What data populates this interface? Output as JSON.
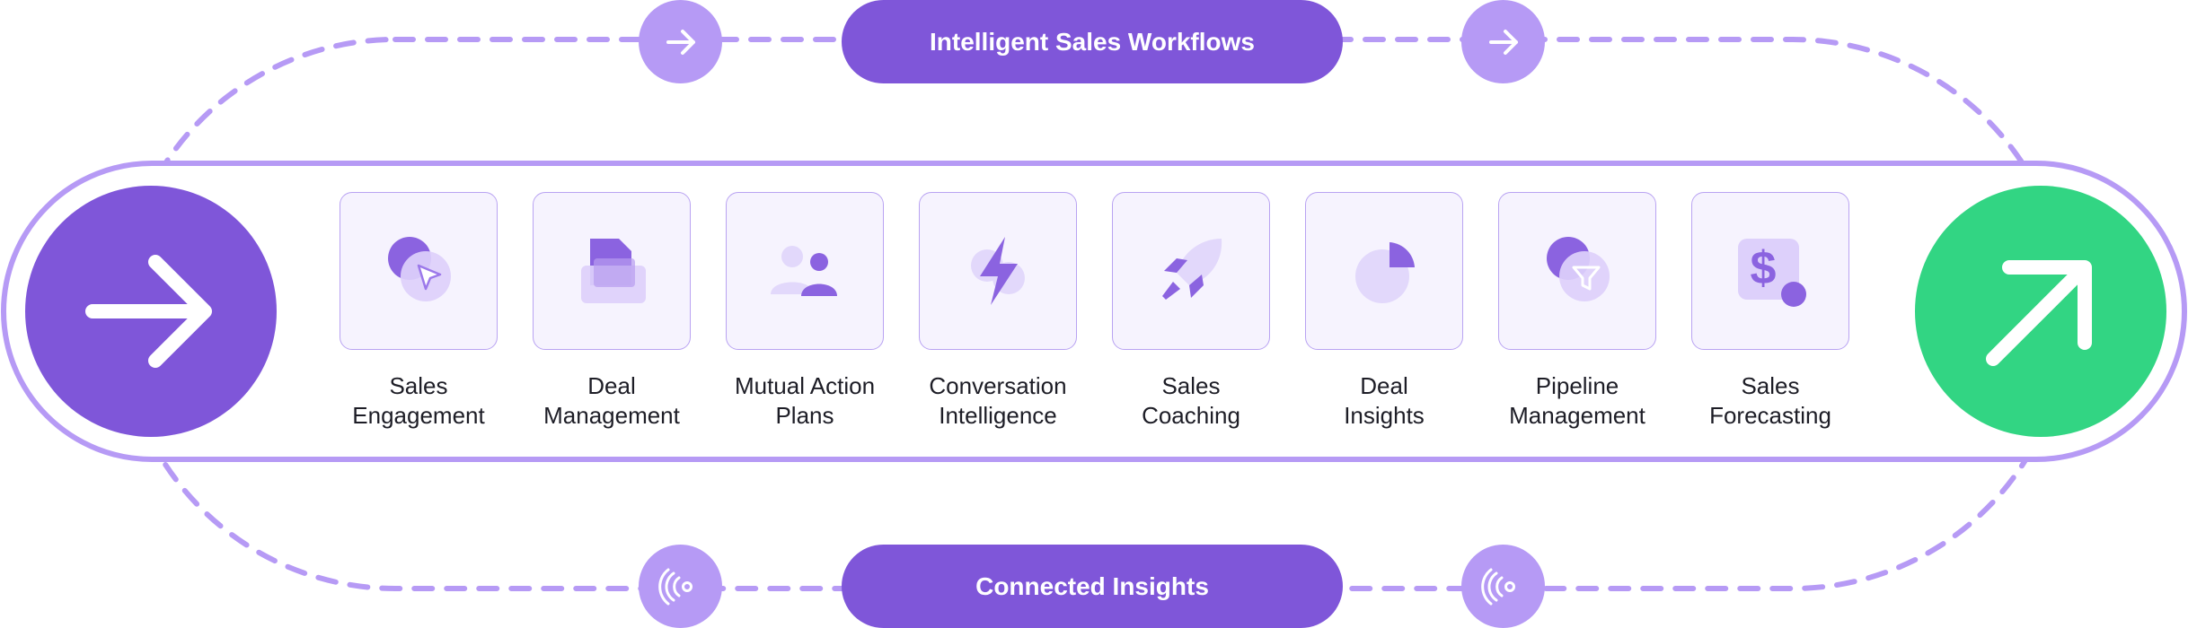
{
  "top_pill": {
    "label": "Intelligent Sales Workflows"
  },
  "bottom_pill": {
    "label": "Connected Insights"
  },
  "start_node": {
    "icon": "arrow-right-icon"
  },
  "end_node": {
    "icon": "arrow-up-right-icon"
  },
  "features": [
    {
      "line1": "Sales",
      "line2": "Engagement",
      "icon": "cursor-icon"
    },
    {
      "line1": "Deal",
      "line2": "Management",
      "icon": "folder-icon"
    },
    {
      "line1": "Mutual Action",
      "line2": "Plans",
      "icon": "users-icon"
    },
    {
      "line1": "Conversation",
      "line2": "Intelligence",
      "icon": "lightning-icon"
    },
    {
      "line1": "Sales",
      "line2": "Coaching",
      "icon": "rocket-icon"
    },
    {
      "line1": "Deal",
      "line2": "Insights",
      "icon": "pie-chart-icon"
    },
    {
      "line1": "Pipeline",
      "line2": "Management",
      "icon": "funnel-icon"
    },
    {
      "line1": "Sales",
      "line2": "Forecasting",
      "icon": "dollar-icon"
    }
  ],
  "colors": {
    "primary": "#7f56d9",
    "light": "#b69af5",
    "outline": "#b9a3f2",
    "card_bg": "#f6f3fe",
    "success": "#32d583"
  }
}
